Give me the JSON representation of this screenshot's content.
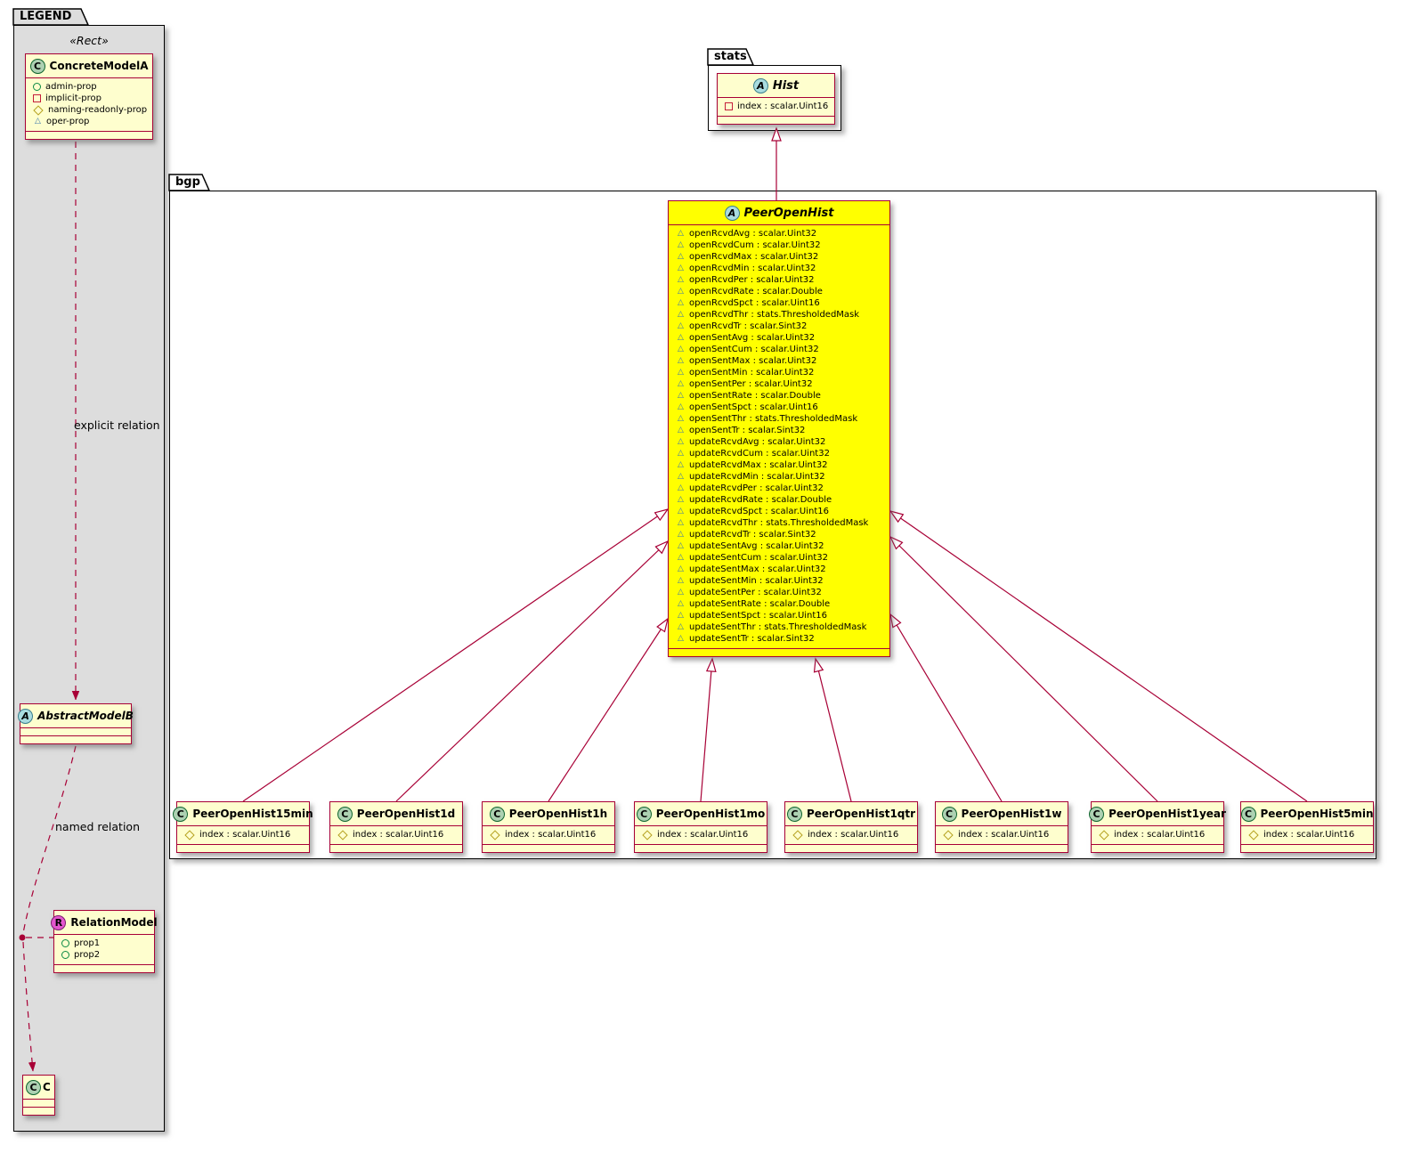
{
  "colors": {
    "accent": "#A80036",
    "class_bg": "#FEFECE",
    "highlight_bg": "#FFFF00",
    "legend_bg": "#DDDDDD",
    "spot_class": "#ADD1B2",
    "spot_abstract": "#A9DCDF",
    "spot_relation": "#E357CE"
  },
  "legend": {
    "tab": "LEGEND",
    "stereotype": "«Rect»",
    "explicit_relation_label": "explicit relation",
    "named_relation_label": "named relation",
    "concrete_model": {
      "spot": "C",
      "name": "ConcreteModelA",
      "props": [
        {
          "icon": "circle-icon",
          "label": "admin-prop"
        },
        {
          "icon": "square-icon",
          "label": "implicit-prop"
        },
        {
          "icon": "diamond-icon",
          "label": "naming-readonly-prop"
        },
        {
          "icon": "triangle-icon",
          "label": "oper-prop"
        }
      ]
    },
    "abstract_model": {
      "spot": "A",
      "name": "AbstractModelB"
    },
    "relation_model": {
      "spot": "R",
      "name": "RelationModel",
      "props": [
        {
          "icon": "circle-icon",
          "label": "prop1"
        },
        {
          "icon": "circle-icon",
          "label": "prop2"
        }
      ]
    },
    "class_c": {
      "spot": "C",
      "name": "C"
    }
  },
  "stats": {
    "tab": "stats",
    "hist": {
      "spot": "A",
      "name": "Hist",
      "props": [
        {
          "icon": "square-icon",
          "label": "index : scalar.Uint16"
        }
      ]
    }
  },
  "bgp": {
    "tab": "bgp",
    "peer_open_hist": {
      "spot": "A",
      "name": "PeerOpenHist",
      "prop_icon": "triangle-icon",
      "props": [
        {
          "label": "openRcvdAvg : scalar.Uint32"
        },
        {
          "label": "openRcvdCum : scalar.Uint32"
        },
        {
          "label": "openRcvdMax : scalar.Uint32"
        },
        {
          "label": "openRcvdMin : scalar.Uint32"
        },
        {
          "label": "openRcvdPer : scalar.Uint32"
        },
        {
          "label": "openRcvdRate : scalar.Double"
        },
        {
          "label": "openRcvdSpct : scalar.Uint16"
        },
        {
          "label": "openRcvdThr : stats.ThresholdedMask"
        },
        {
          "label": "openRcvdTr : scalar.Sint32"
        },
        {
          "label": "openSentAvg : scalar.Uint32"
        },
        {
          "label": "openSentCum : scalar.Uint32"
        },
        {
          "label": "openSentMax : scalar.Uint32"
        },
        {
          "label": "openSentMin : scalar.Uint32"
        },
        {
          "label": "openSentPer : scalar.Uint32"
        },
        {
          "label": "openSentRate : scalar.Double"
        },
        {
          "label": "openSentSpct : scalar.Uint16"
        },
        {
          "label": "openSentThr : stats.ThresholdedMask"
        },
        {
          "label": "openSentTr : scalar.Sint32"
        },
        {
          "label": "updateRcvdAvg : scalar.Uint32"
        },
        {
          "label": "updateRcvdCum : scalar.Uint32"
        },
        {
          "label": "updateRcvdMax : scalar.Uint32"
        },
        {
          "label": "updateRcvdMin : scalar.Uint32"
        },
        {
          "label": "updateRcvdPer : scalar.Uint32"
        },
        {
          "label": "updateRcvdRate : scalar.Double"
        },
        {
          "label": "updateRcvdSpct : scalar.Uint16"
        },
        {
          "label": "updateRcvdThr : stats.ThresholdedMask"
        },
        {
          "label": "updateRcvdTr : scalar.Sint32"
        },
        {
          "label": "updateSentAvg : scalar.Uint32"
        },
        {
          "label": "updateSentCum : scalar.Uint32"
        },
        {
          "label": "updateSentMax : scalar.Uint32"
        },
        {
          "label": "updateSentMin : scalar.Uint32"
        },
        {
          "label": "updateSentPer : scalar.Uint32"
        },
        {
          "label": "updateSentRate : scalar.Double"
        },
        {
          "label": "updateSentSpct : scalar.Uint16"
        },
        {
          "label": "updateSentThr : stats.ThresholdedMask"
        },
        {
          "label": "updateSentTr : scalar.Sint32"
        }
      ]
    },
    "subclasses": [
      {
        "spot": "C",
        "name": "PeerOpenHist15min",
        "prop_icon": "diamond-icon",
        "props": [
          {
            "label": "index : scalar.Uint16"
          }
        ]
      },
      {
        "spot": "C",
        "name": "PeerOpenHist1d",
        "prop_icon": "diamond-icon",
        "props": [
          {
            "label": "index : scalar.Uint16"
          }
        ]
      },
      {
        "spot": "C",
        "name": "PeerOpenHist1h",
        "prop_icon": "diamond-icon",
        "props": [
          {
            "label": "index : scalar.Uint16"
          }
        ]
      },
      {
        "spot": "C",
        "name": "PeerOpenHist1mo",
        "prop_icon": "diamond-icon",
        "props": [
          {
            "label": "index : scalar.Uint16"
          }
        ]
      },
      {
        "spot": "C",
        "name": "PeerOpenHist1qtr",
        "prop_icon": "diamond-icon",
        "props": [
          {
            "label": "index : scalar.Uint16"
          }
        ]
      },
      {
        "spot": "C",
        "name": "PeerOpenHist1w",
        "prop_icon": "diamond-icon",
        "props": [
          {
            "label": "index : scalar.Uint16"
          }
        ]
      },
      {
        "spot": "C",
        "name": "PeerOpenHist1year",
        "prop_icon": "diamond-icon",
        "props": [
          {
            "label": "index : scalar.Uint16"
          }
        ]
      },
      {
        "spot": "C",
        "name": "PeerOpenHist5min",
        "prop_icon": "diamond-icon",
        "props": [
          {
            "label": "index : scalar.Uint16"
          }
        ]
      }
    ]
  }
}
